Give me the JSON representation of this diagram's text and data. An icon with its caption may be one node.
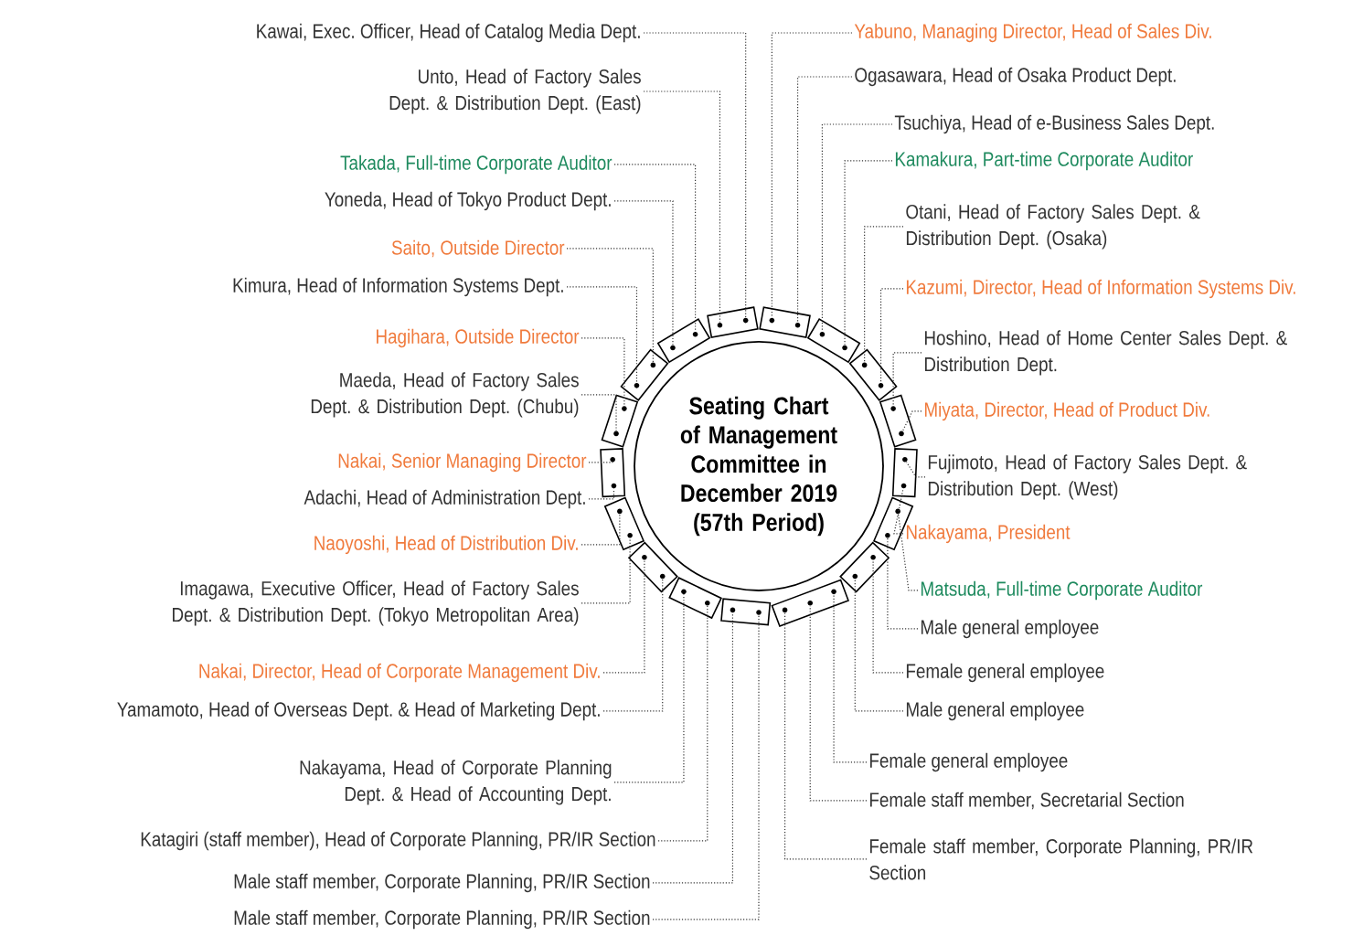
{
  "diagram": {
    "nodes": [
      {
        "text": [
          "Seating Chart of Management Committee in December 2019 (57th Period)"
        ]
      },
      {
        "text": [
          "Kawai, Exec. Officer, Head of Catalog Media Dept."
        ]
      },
      {
        "text": [
          "Unto, Head of Factory Sales Dept. & Distribution Dept. (East)"
        ]
      },
      {
        "text": [
          "Takada, Full-time Corporate Auditor"
        ]
      },
      {
        "text": [
          "Yoneda, Head of Tokyo Product Dept."
        ]
      },
      {
        "text": [
          "Saito, Outside Director"
        ]
      },
      {
        "text": [
          "Kimura, Head of Information Systems Dept."
        ]
      },
      {
        "text": [
          "Hagihara, Outside Director"
        ]
      },
      {
        "text": [
          "Maeda, Head of Factory Sales Dept. & Distribution Dept. (Chubu)"
        ]
      },
      {
        "text": [
          "Nakai, Senior Managing Director"
        ]
      },
      {
        "text": [
          "Adachi, Head of Administration Dept."
        ]
      },
      {
        "text": [
          "Naoyoshi, Head of Distribution Div."
        ]
      },
      {
        "text": [
          "Imagawa, Executive Officer, Head of Factory Sales Dept. & Distribution Dept. (Tokyo Metropolitan Area)"
        ]
      },
      {
        "text": [
          "Nakai, Director, Head of Corporate Management Div."
        ]
      },
      {
        "text": [
          "Yamamoto, Head of Overseas Dept. & Head of Marketing Dept."
        ]
      },
      {
        "text": [
          "Nakayama, Head of Corporate Planning Dept. & Head of Accounting Dept."
        ]
      },
      {
        "text": [
          "Katagiri (staff member), Head of Corporate Planning, PR/IR Section"
        ]
      },
      {
        "text": [
          "Male staff member, Corporate Planning, PR/IR Section"
        ]
      },
      {
        "text": [
          "Male staff member, Corporate Planning, PR/IR Section"
        ]
      },
      {
        "text": [
          "Yabuno, Managing Director, Head of Sales Div."
        ]
      },
      {
        "text": [
          "Ogasawara, Head of Osaka Product Dept."
        ]
      },
      {
        "text": [
          "Tsuchiya, Head of e-Business Sales Dept."
        ]
      },
      {
        "text": [
          "Kamakura, Part-time Corporate Auditor"
        ]
      },
      {
        "text": [
          "Otani, Head of Factory Sales Dept. & Distribution Dept. (Osaka)"
        ]
      },
      {
        "text": [
          "Kazumi, Director, Head of Information Systems Div."
        ]
      },
      {
        "text": [
          "Hoshino, Head of Home Center Sales Dept. & Distribution Dept."
        ]
      },
      {
        "text": [
          "Miyata, Director, Head of Product Div."
        ]
      },
      {
        "text": [
          "Fujimoto, Head of Factory Sales Dept. & Distribution Dept. (West)"
        ]
      },
      {
        "text": [
          "Nakayama, President"
        ]
      },
      {
        "text": [
          "Matsuda, Full-time Corporate Auditor"
        ]
      },
      {
        "text": [
          "Male general employee"
        ]
      },
      {
        "text": [
          "Female general employee"
        ]
      },
      {
        "text": [
          "Male general employee"
        ]
      },
      {
        "text": [
          "Female general employee"
        ]
      },
      {
        "text": [
          "Female staff member, Secretarial Section"
        ]
      },
      {
        "text": [
          "Female staff member, Corporate Planning, PR/IR Section"
        ]
      },
      {
        "text": [],
        "shape": "circle"
      },
      {
        "text": [],
        "shape": "circle"
      },
      {
        "text": [],
        "shape": "circle"
      },
      {
        "text": [],
        "shape": "circle"
      },
      {
        "text": [],
        "shape": "circle"
      },
      {
        "text": [],
        "shape": "circle"
      },
      {
        "text": [],
        "shape": "circle"
      },
      {
        "text": [],
        "shape": "circle"
      },
      {
        "text": [],
        "shape": "circle"
      },
      {
        "text": [],
        "shape": "circle"
      },
      {
        "text": [],
        "shape": "circle"
      },
      {
        "text": [],
        "shape": "circle"
      },
      {
        "text": [],
        "shape": "circle"
      },
      {
        "text": [],
        "shape": "circle"
      },
      {
        "text": [],
        "shape": "circle"
      },
      {
        "text": [],
        "shape": "circle"
      },
      {
        "text": [],
        "shape": "circle"
      },
      {
        "text": [],
        "shape": "circle"
      },
      {
        "text": [],
        "shape": "circle"
      },
      {
        "text": [],
        "shape": "circle"
      },
      {
        "text": [],
        "shape": "circle"
      },
      {
        "text": [],
        "shape": "circle"
      },
      {
        "text": [],
        "shape": "circle"
      },
      {
        "text": [],
        "shape": "circle"
      },
      {
        "text": [],
        "shape": "circle"
      },
      {
        "text": [],
        "shape": "circle"
      },
      {
        "text": [],
        "shape": "circle"
      },
      {
        "text": [],
        "shape": "circle"
      },
      {
        "text": [],
        "shape": "circle"
      },
      {
        "text": [],
        "shape": "circle"
      },
      {
        "text": [],
        "shape": "circle"
      },
      {
        "text": [],
        "shape": "circle"
      },
      {
        "text": [],
        "shape": "circle"
      },
      {
        "text": [],
        "shape": "circle"
      },
      {
        "text": [],
        "shape": "circle"
      }
    ],
    "edges": [
      {
        "from": 1,
        "to": 36,
        "arrow": "none"
      },
      {
        "from": 2,
        "to": 37,
        "arrow": "none"
      },
      {
        "from": 3,
        "to": 38,
        "arrow": "none"
      },
      {
        "from": 4,
        "to": 39,
        "arrow": "none"
      },
      {
        "from": 5,
        "to": 40,
        "arrow": "none"
      },
      {
        "from": 6,
        "to": 41,
        "arrow": "none"
      },
      {
        "from": 7,
        "to": 42,
        "arrow": "none"
      },
      {
        "from": 8,
        "to": 43,
        "arrow": "none"
      },
      {
        "from": 9,
        "to": 44,
        "arrow": "none"
      },
      {
        "from": 10,
        "to": 45,
        "arrow": "none"
      },
      {
        "from": 11,
        "to": 46,
        "arrow": "none"
      },
      {
        "from": 12,
        "to": 47,
        "arrow": "none"
      },
      {
        "from": 13,
        "to": 48,
        "arrow": "none"
      },
      {
        "from": 14,
        "to": 49,
        "arrow": "none"
      },
      {
        "from": 15,
        "to": 50,
        "arrow": "none"
      },
      {
        "from": 16,
        "to": 51,
        "arrow": "none"
      },
      {
        "from": 17,
        "to": 52,
        "arrow": "none"
      },
      {
        "from": 18,
        "to": 53,
        "arrow": "none"
      },
      {
        "from": 19,
        "to": 54,
        "arrow": "none"
      },
      {
        "from": 20,
        "to": 55,
        "arrow": "none"
      },
      {
        "from": 21,
        "to": 56,
        "arrow": "none"
      },
      {
        "from": 22,
        "to": 57,
        "arrow": "none"
      },
      {
        "from": 23,
        "to": 58,
        "arrow": "none"
      },
      {
        "from": 24,
        "to": 59,
        "arrow": "none"
      },
      {
        "from": 25,
        "to": 60,
        "arrow": "none"
      },
      {
        "from": 26,
        "to": 61,
        "arrow": "none"
      },
      {
        "from": 27,
        "to": 62,
        "arrow": "none"
      },
      {
        "from": 28,
        "to": 63,
        "arrow": "none"
      },
      {
        "from": 29,
        "to": 64,
        "arrow": "none"
      },
      {
        "from": 30,
        "to": 65,
        "arrow": "none"
      },
      {
        "from": 31,
        "to": 66,
        "arrow": "none"
      },
      {
        "from": 32,
        "to": 67,
        "arrow": "none"
      },
      {
        "from": 33,
        "to": 68,
        "arrow": "none"
      },
      {
        "from": 34,
        "to": 69,
        "arrow": "none"
      },
      {
        "from": 35,
        "to": 70,
        "arrow": "none"
      }
    ]
  }
}
